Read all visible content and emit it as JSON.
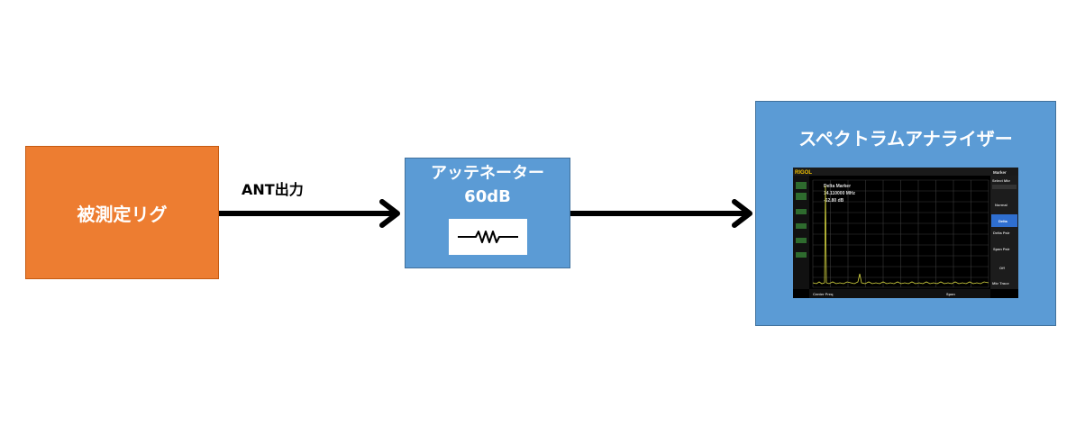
{
  "rig": {
    "label": "被測定リグ",
    "color": "#ED7D31"
  },
  "connection": {
    "label": "ANT出力"
  },
  "attenuator": {
    "title": "アッテネーター",
    "value": "60dB",
    "icon": "resistor-icon",
    "color": "#5B9BD5"
  },
  "analyzer": {
    "title": "スペクトラムアナライザー",
    "color": "#5B9BD5",
    "screen": {
      "brand": "RIGOL",
      "marker_title": "Delta Marker",
      "marker_freq": "14.110000 MHz",
      "marker_level": "-62.80 dB",
      "menu_title": "Marker",
      "menu_items": [
        "Select Mkr",
        "Normal",
        "Delta",
        "Delta Pair",
        "Span Pair",
        "Off",
        "Mkr Trace"
      ],
      "active_item": "Delta",
      "footer_left": "Center Freq",
      "footer_mid": "Span"
    }
  }
}
